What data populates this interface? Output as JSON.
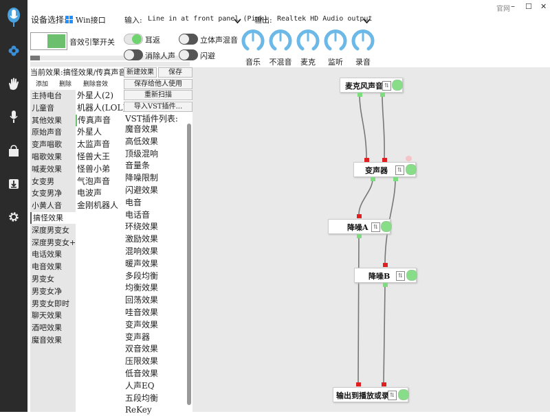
{
  "window": {
    "link": "官网",
    "minimize": "–",
    "maximize": "☐",
    "close": "✕"
  },
  "header": {
    "device_label": "设备选择:",
    "device_value": "Win接口",
    "input_label": "输入:",
    "input_value": "Line in at front panel (Pink)",
    "output_label": "输出:",
    "output_value": "Realtek HD Audio output"
  },
  "engine": {
    "label": "音效引擎开关",
    "on": true
  },
  "switches": {
    "ear_return": "耳返",
    "stereo_mix": "立体声混音",
    "vocal_remove": "消除人声",
    "ducking": "闪避"
  },
  "knobs": [
    "音乐",
    "不混音",
    "麦克",
    "监听",
    "录音"
  ],
  "meters": {
    "level1": 0.06,
    "level2": 0.0
  },
  "current_effect": "当前效果:搞怪效果/传真声音",
  "effect_actions": {
    "add": "添加",
    "delete": "删除",
    "delete_sound": "删除音效"
  },
  "categories": [
    "主持电台",
    "儿童音",
    "其他效果",
    "原始声音",
    "变声唱歌",
    "唱歌效果",
    "喊麦效果",
    "女变男",
    "女变男净",
    "小黄人音",
    "搞怪效果",
    "深度男变女",
    "深度男变女+混响",
    "电话效果",
    "电音效果",
    "男变女",
    "男变女净",
    "男变女即时",
    "聊天效果",
    "酒吧效果",
    "魔音效果"
  ],
  "selected_category": "搞怪效果",
  "effects": [
    "外星人(2)",
    "机器人(LOL)",
    "传真声音",
    "外星人",
    "太监声音",
    "怪兽大王",
    "怪兽小弟",
    "气泡声音",
    "电波声",
    "金刚机器人"
  ],
  "selected_effect": "传真声音",
  "buttons": {
    "new_effect": "新建效果",
    "save": "保存",
    "save_for_others": "保存给他人使用",
    "rescan": "重新扫描",
    "import_vst": "导入VST插件..."
  },
  "vst_list_title": "VST插件列表:",
  "vst_plugins": [
    "魔音效果",
    "高低效果",
    "顶级混响",
    "音量条",
    "降噪限制",
    "闪避效果",
    "电音",
    "电话音",
    "环绕效果",
    "激励效果",
    "混响效果",
    "暖声效果",
    "多段均衡",
    "均衡效果",
    "回荡效果",
    "哇音效果",
    "变声效果",
    "变声器",
    "双音效果",
    "压限效果",
    "低音效果",
    "人声EQ",
    "五段均衡",
    "ReKey"
  ],
  "graph": {
    "nodes": {
      "mic": "麦克风声音",
      "changer": "变声器",
      "denoise_a": "降噪A",
      "denoise_b": "降噪B",
      "output": "输出到播放或录音"
    },
    "node_icon": "⇅"
  },
  "colors": {
    "sidebar": "#2b2b2b",
    "accent_blue": "#4aa3df",
    "port_green": "#7ddc7d",
    "port_red": "#e02020",
    "node_dot": "#88dd88"
  }
}
